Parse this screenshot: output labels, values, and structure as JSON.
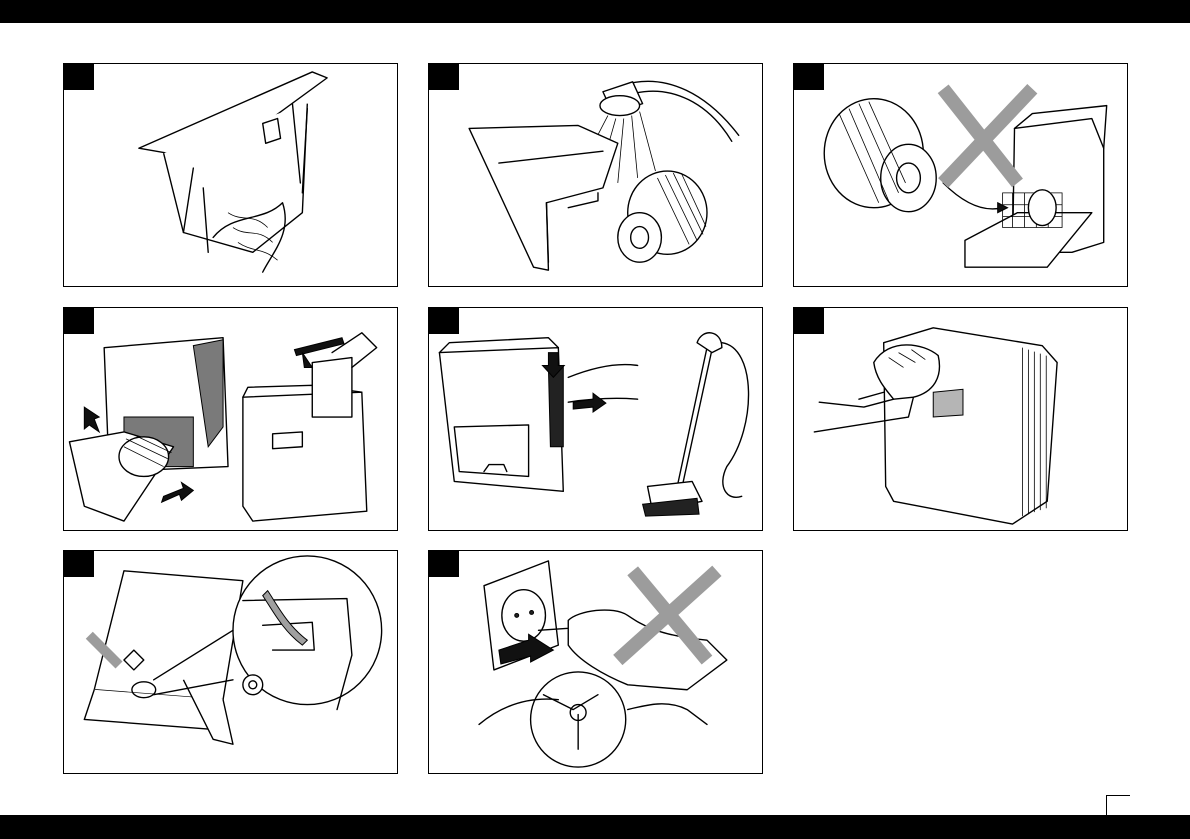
{
  "page": {
    "number": ""
  },
  "panels": [
    {
      "id": "1",
      "step": "",
      "scene": "water-tank-rinsing-icon"
    },
    {
      "id": "2",
      "step": "",
      "scene": "shower-rinse-icon"
    },
    {
      "id": "3",
      "step": "",
      "scene": "no-dishwasher-icon"
    },
    {
      "id": "4",
      "step": "",
      "scene": "reassemble-tank-icon"
    },
    {
      "id": "5",
      "step": "",
      "scene": "vacuum-cleaning-icon"
    },
    {
      "id": "6",
      "step": "",
      "scene": "wipe-housing-icon"
    },
    {
      "id": "7",
      "step": "",
      "scene": "float-sensor-check-icon"
    },
    {
      "id": "8",
      "step": "",
      "scene": "do-not-pull-cord-icon"
    }
  ],
  "colors": {
    "band": "#000000",
    "prohibition_cross": "#9c9c9c",
    "line": "#000000"
  }
}
